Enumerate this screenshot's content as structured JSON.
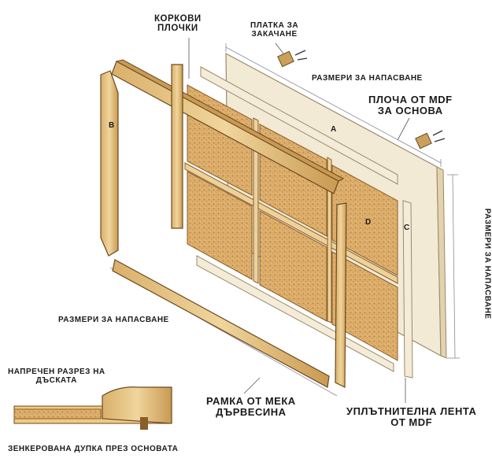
{
  "labels": {
    "cork_tiles": [
      "КОРКОВИ",
      "ПЛОЧКИ"
    ],
    "hanging_plate": [
      "ПЛАТКА ЗА",
      "ЗАКАЧАНЕ"
    ],
    "fit_dims_top": "РАЗМЕРИ ЗА НАПАСВАНЕ",
    "mdf_board": [
      "ПЛОЧА ОТ MDF",
      "ЗА ОСНОВА"
    ],
    "fit_dims_right": "РАЗМЕРИ ЗА НАПАСВАНЕ",
    "fit_dims_left": "РАЗМЕРИ ЗА НАПАСВАНЕ",
    "cross_section": [
      "НАПРЕЧЕН РАЗРЕЗ НА",
      "ДЪСКАТА"
    ],
    "softwood_frame": [
      "РАМКА ОТ МЕКА",
      "ДЪРВЕСИНА"
    ],
    "mdf_strip": [
      "УПЛЪТНИТЕЛНА ЛЕНТА",
      "ОТ MDF"
    ],
    "countersunk_hole": "ЗЕНКЕРОВАНА ДУПКА ПРЕЗ ОСНОВАТА"
  },
  "part_letters": {
    "a": "A",
    "b": "B",
    "c": "C",
    "d": "D"
  },
  "colors": {
    "wood": "#e9c98a",
    "wood_dark": "#b98a45",
    "cork": "#d9a866",
    "mdf": "#f3ead6",
    "outline": "#6b4a22",
    "dim_line": "#8a8aa0"
  }
}
